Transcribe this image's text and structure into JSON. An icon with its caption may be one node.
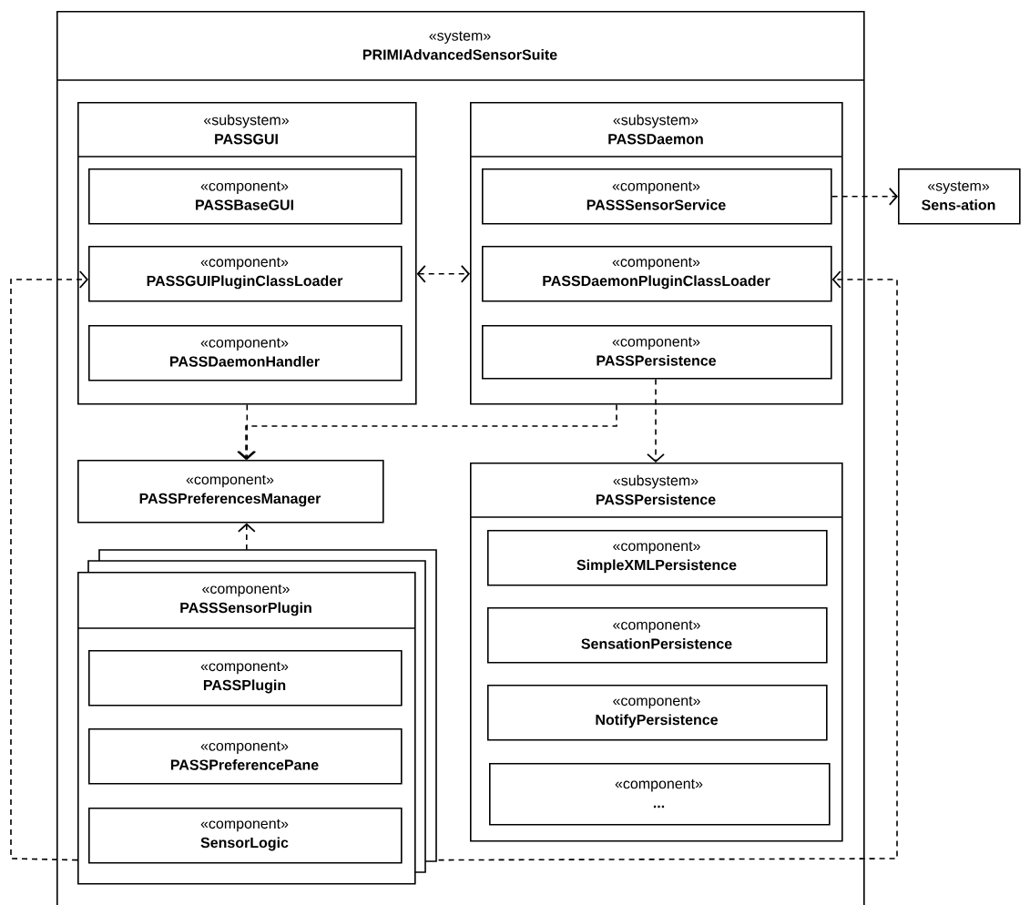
{
  "diagram": {
    "nodes": [
      {
        "text": [
          "«system»",
          "PRIMIAdvancedSensorSuite"
        ]
      },
      {
        "text": [
          "«subsystem»",
          "PASSGUI"
        ],
        "in": 0
      },
      {
        "text": [
          "«component»",
          "PASSBaseGUI"
        ],
        "in": 1
      },
      {
        "text": [
          "«component»",
          "PASSGUIPluginClassLoader"
        ],
        "in": 1
      },
      {
        "text": [
          "«component»",
          "PASSDaemonHandler"
        ],
        "in": 1
      },
      {
        "text": [
          "«subsystem»",
          "PASSDaemon"
        ],
        "in": 0
      },
      {
        "text": [
          "«component»",
          "PASSSensorService"
        ],
        "in": 5
      },
      {
        "text": [
          "«component»",
          "PASSDaemonPluginClassLoader"
        ],
        "in": 5
      },
      {
        "text": [
          "«component»",
          "PASSPersistence"
        ],
        "in": 5
      },
      {
        "text": [
          "«system»",
          "Sens-ation"
        ]
      },
      {
        "text": [
          "«component»",
          "PASSPreferencesManager"
        ],
        "in": 0
      },
      {
        "text": [
          "«subsystem»",
          "PASSPersistence"
        ],
        "in": 0
      },
      {
        "text": [
          "«component»",
          "SimpleXMLPersistence"
        ],
        "in": 11
      },
      {
        "text": [
          "«component»",
          "SensationPersistence"
        ],
        "in": 11
      },
      {
        "text": [
          "«component»",
          "NotifyPersistence"
        ],
        "in": 11
      },
      {
        "text": [
          "«component»",
          "..."
        ],
        "in": 11
      },
      {
        "text": [
          "«component»",
          "PASSSensorPlugin"
        ],
        "in": 0
      },
      {
        "text": [
          "«component»",
          "PASSPlugin"
        ],
        "in": 16
      },
      {
        "text": [
          "«component»",
          "PASSPreferencePane"
        ],
        "in": 16
      },
      {
        "text": [
          "«component»",
          "SensorLogic"
        ],
        "in": 16
      }
    ],
    "edges": [
      {
        "from": 1,
        "to": 5,
        "arrow": "both",
        "style": "dashed"
      },
      {
        "from": 6,
        "to": 9,
        "arrow": "to",
        "style": "dashed"
      },
      {
        "from": 1,
        "to": 10,
        "arrow": "to",
        "style": "dashed"
      },
      {
        "from": 5,
        "to": 10,
        "arrow": "to",
        "style": "dashed"
      },
      {
        "from": 8,
        "to": 11,
        "arrow": "to",
        "style": "dashed"
      },
      {
        "from": 16,
        "to": 10,
        "arrow": "to",
        "style": "dashed"
      },
      {
        "from": 16,
        "to": 3,
        "arrow": "to",
        "style": "dashed"
      },
      {
        "from": 16,
        "to": 7,
        "arrow": "to",
        "style": "dashed"
      }
    ]
  }
}
